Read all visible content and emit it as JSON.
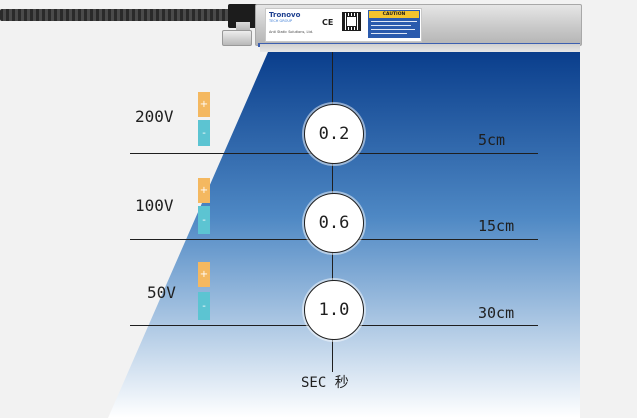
{
  "device": {
    "brand": "Tronovo",
    "brand_sub": "TECH GROUP",
    "tagline": "Anti Static Solutions, Ltd.",
    "ce_mark": "CE",
    "caution_label": "CAUTION"
  },
  "colors": {
    "field_top": "#0a3e8c",
    "field_bottom": "#ffffff",
    "positive": "#f4b860",
    "negative": "#5cc4d2",
    "line": "#1f1f1f"
  },
  "rows": [
    {
      "voltage": "200V",
      "seconds": "0.2",
      "distance": "5cm",
      "plus": "+",
      "minus": "-"
    },
    {
      "voltage": "100V",
      "seconds": "0.6",
      "distance": "15cm",
      "plus": "+",
      "minus": "-"
    },
    {
      "voltage": "50V",
      "seconds": "1.0",
      "distance": "30cm",
      "plus": "+",
      "minus": "-"
    }
  ],
  "axis_label": "SEC 秒"
}
